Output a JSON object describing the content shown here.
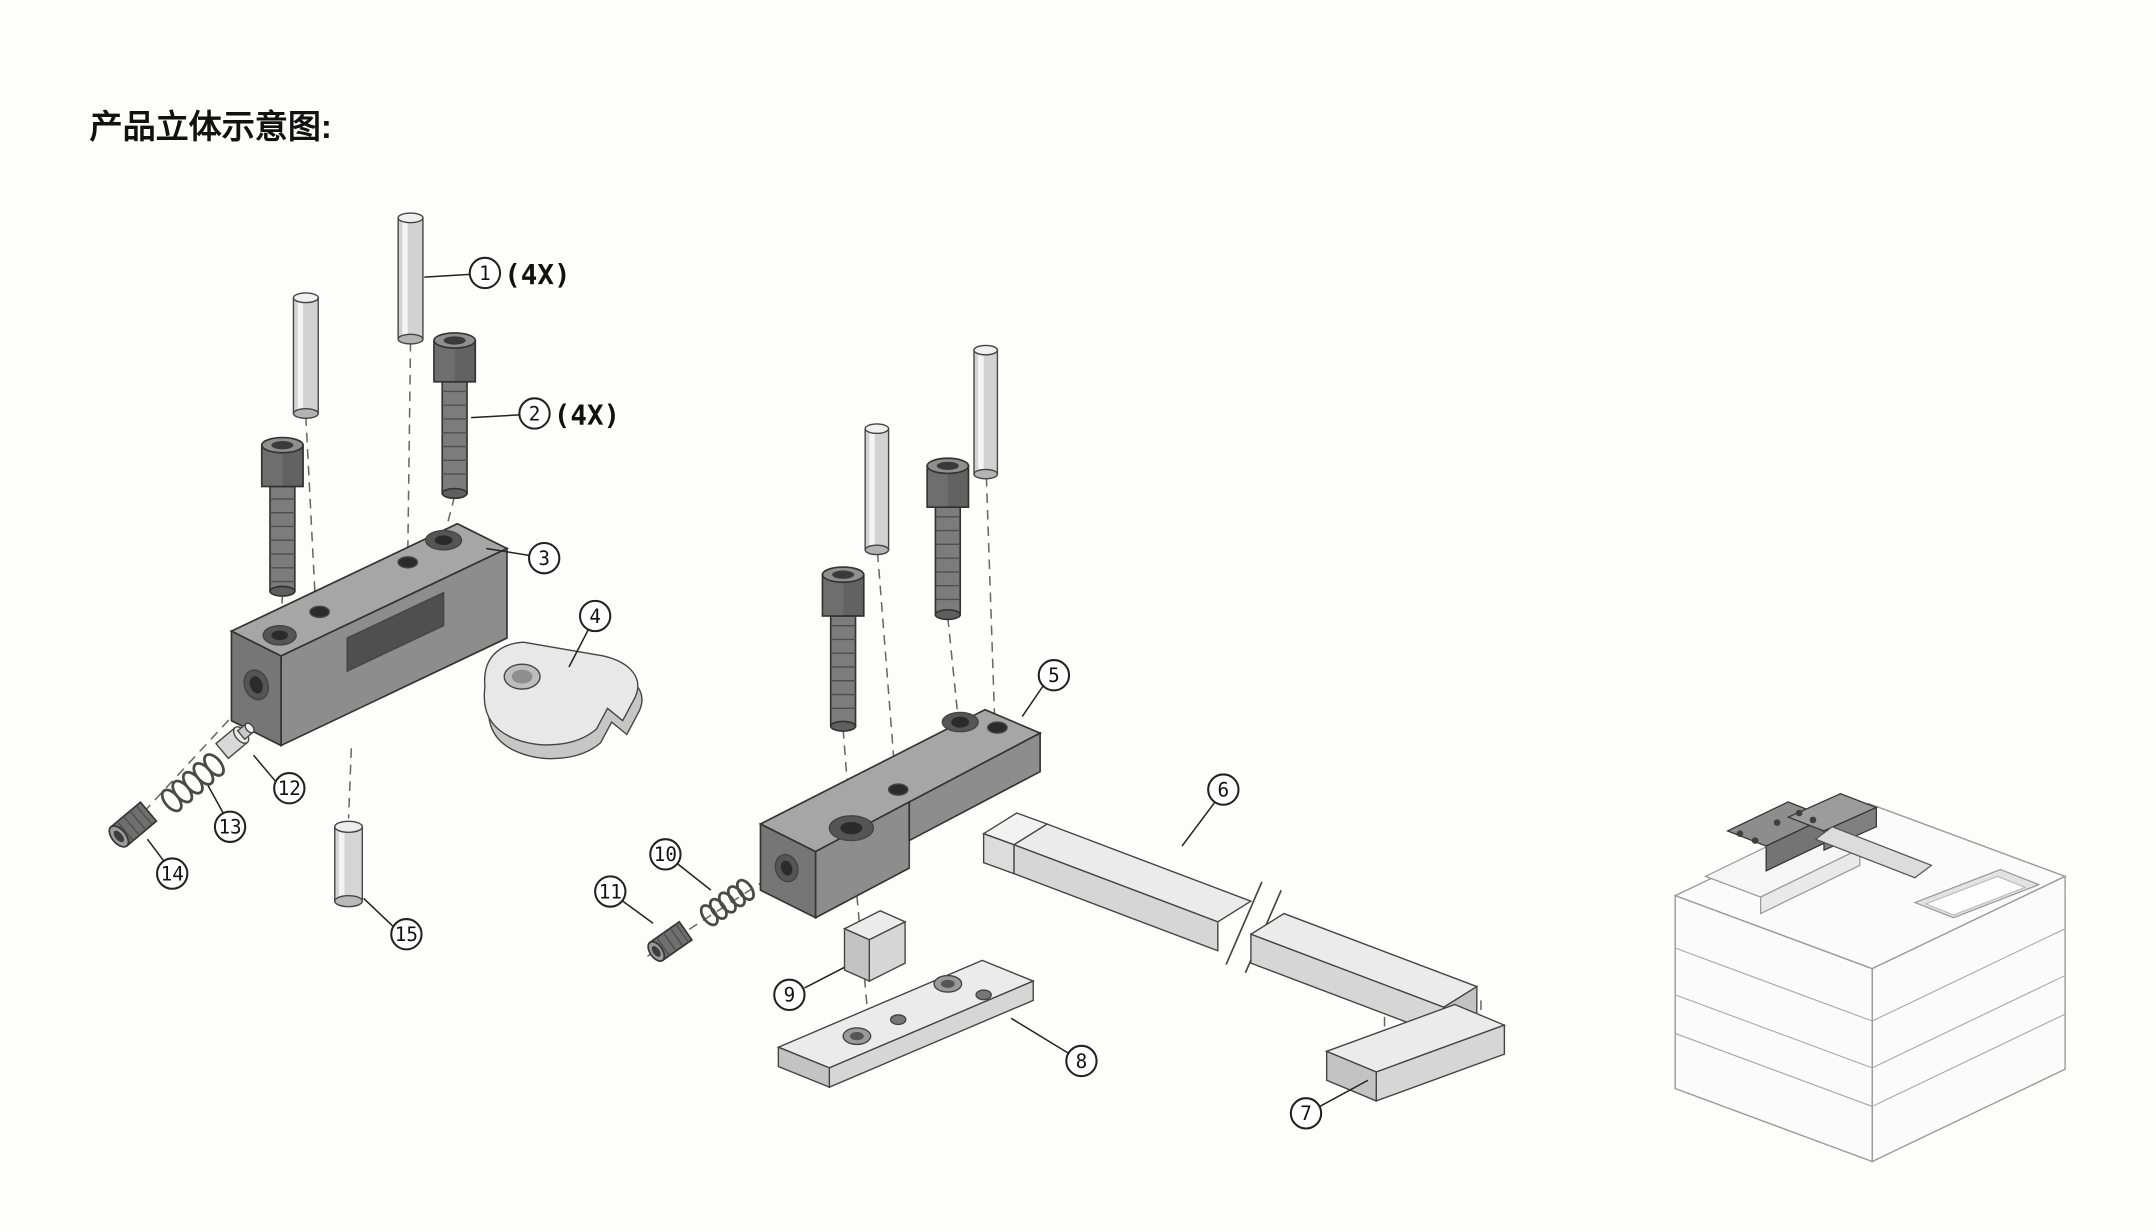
{
  "title": "产品立体示意图:",
  "colors": {
    "ink": "#1a1a1a",
    "dark_part": "#8d8d8d",
    "light_part": "#e8e8e8",
    "background": "#fdfdfc"
  },
  "callouts": [
    {
      "num": "1",
      "suffix": "(4X)"
    },
    {
      "num": "2",
      "suffix": "(4X)"
    },
    {
      "num": "3",
      "suffix": ""
    },
    {
      "num": "4",
      "suffix": ""
    },
    {
      "num": "5",
      "suffix": ""
    },
    {
      "num": "6",
      "suffix": ""
    },
    {
      "num": "7",
      "suffix": ""
    },
    {
      "num": "8",
      "suffix": ""
    },
    {
      "num": "9",
      "suffix": ""
    },
    {
      "num": "10",
      "suffix": ""
    },
    {
      "num": "11",
      "suffix": ""
    },
    {
      "num": "12",
      "suffix": ""
    },
    {
      "num": "13",
      "suffix": ""
    },
    {
      "num": "14",
      "suffix": ""
    },
    {
      "num": "15",
      "suffix": ""
    }
  ]
}
